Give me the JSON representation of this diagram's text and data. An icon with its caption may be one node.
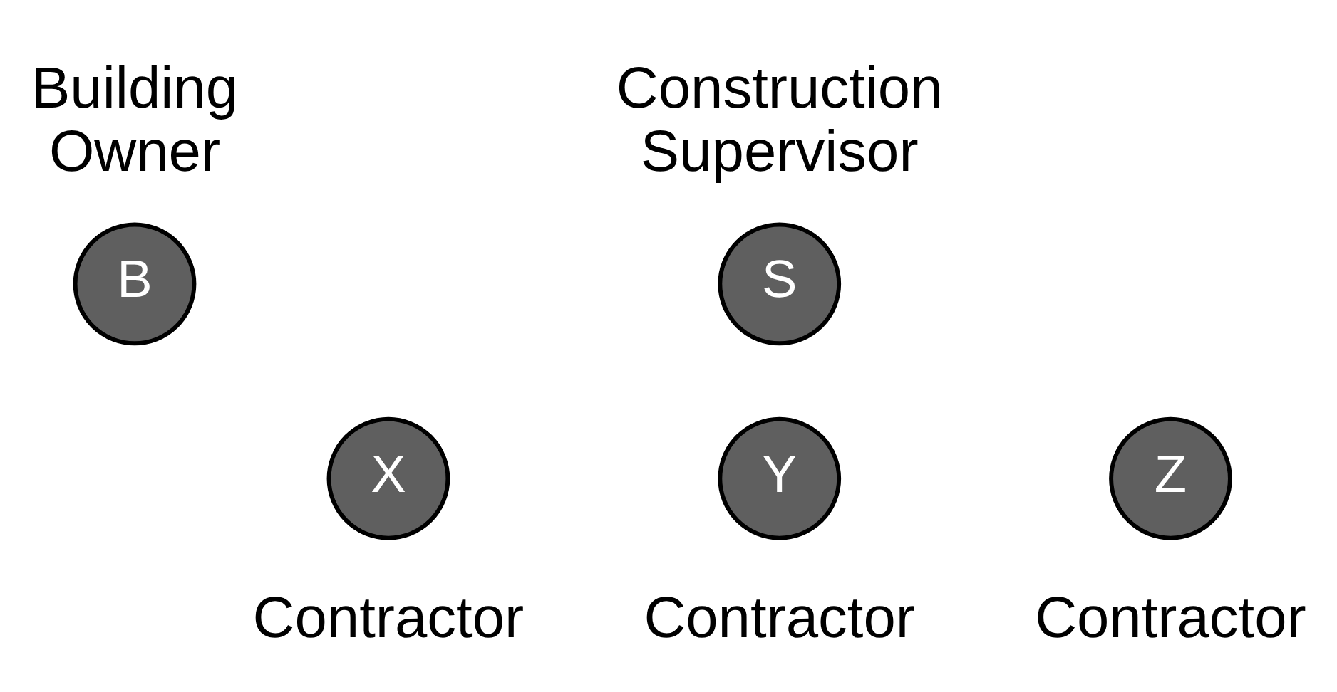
{
  "diagram": {
    "nodes": [
      {
        "text": [
          "B"
        ],
        "beside": [
          "Building Owner"
        ]
      },
      {
        "text": [
          "S"
        ],
        "beside": [
          "Construction Supervisor"
        ]
      },
      {
        "text": [
          "X"
        ],
        "beside": [
          "Contractor"
        ]
      },
      {
        "text": [
          "Y"
        ],
        "beside": [
          "Contractor"
        ]
      },
      {
        "text": [
          "Z"
        ],
        "beside": [
          "Contractor"
        ]
      }
    ]
  }
}
